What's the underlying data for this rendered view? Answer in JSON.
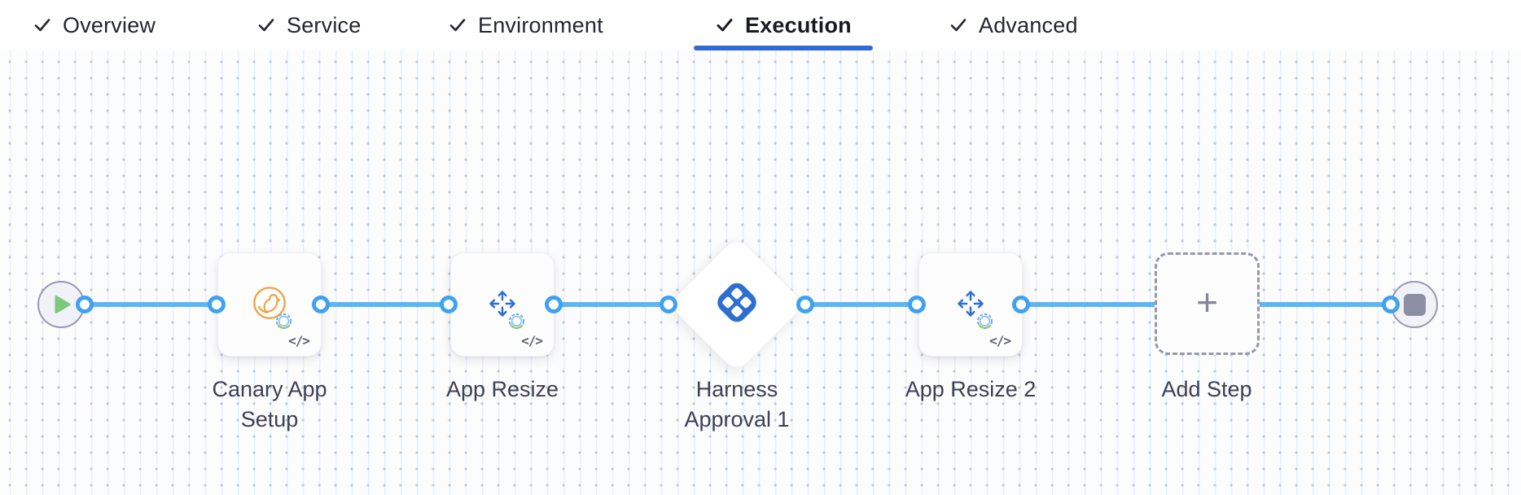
{
  "tabs": {
    "items": [
      {
        "label": "Overview",
        "checked": true,
        "active": false
      },
      {
        "label": "Service",
        "checked": true,
        "active": false
      },
      {
        "label": "Environment",
        "checked": true,
        "active": false
      },
      {
        "label": "Execution",
        "checked": true,
        "active": true
      },
      {
        "label": "Advanced",
        "checked": true,
        "active": false
      }
    ]
  },
  "pipeline": {
    "nodes": [
      {
        "type": "start",
        "icon": "play-icon"
      },
      {
        "type": "step",
        "label": "Canary App Setup",
        "icon": "canary-bird-icon",
        "has_gear_badge": true,
        "has_code_badge": true
      },
      {
        "type": "step",
        "label": "App Resize",
        "icon": "resize-arrows-icon",
        "has_gear_badge": true,
        "has_code_badge": true
      },
      {
        "type": "approval",
        "label": "Harness Approval 1",
        "icon": "harness-logo-icon"
      },
      {
        "type": "step",
        "label": "App Resize 2",
        "icon": "resize-arrows-icon",
        "has_gear_badge": true,
        "has_code_badge": true
      },
      {
        "type": "add",
        "label": "Add Step",
        "icon": "plus-icon"
      },
      {
        "type": "end",
        "icon": "stop-icon"
      }
    ],
    "glyphs": {
      "code": "</>",
      "plus": "+"
    }
  },
  "colors": {
    "active_tab_underline": "#3169d6",
    "edge_blue": "#5db6f2",
    "port_ring_blue": "#3fa2f0",
    "harness_logo_blue": "#2c6ed2",
    "resize_arrow_blue": "#2e6fd3",
    "canary_orange": "#f0a13c",
    "play_green": "#7dc87a",
    "terminal_fill": "#f1f1f8",
    "terminal_border": "#9699b1",
    "stop_gray": "#8c8ea4",
    "label_text": "#3d4054",
    "dashed_border": "#9598ad"
  }
}
